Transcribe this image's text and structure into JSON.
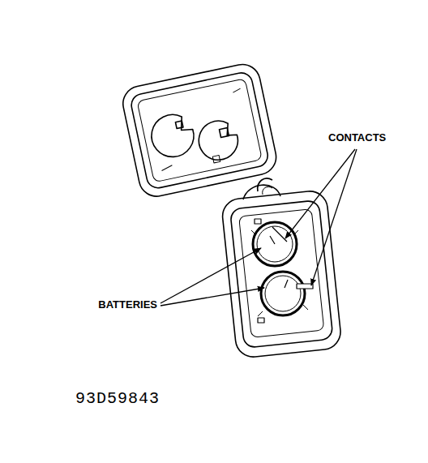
{
  "diagram": {
    "labels": [
      "CONTACTS",
      "BATTERIES",
      "93D59843"
    ]
  }
}
